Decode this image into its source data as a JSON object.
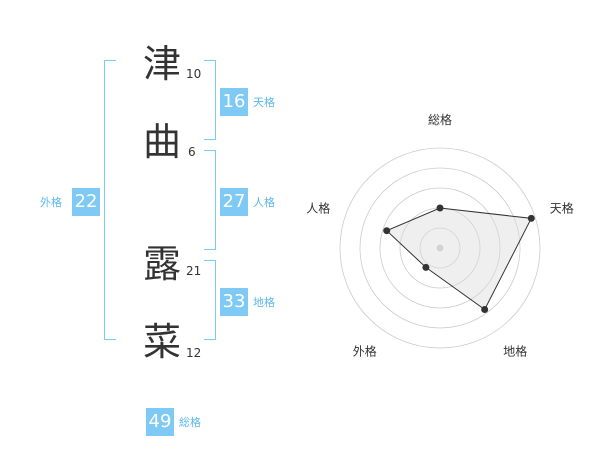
{
  "name": {
    "characters": [
      {
        "char": "津",
        "strokes": "10"
      },
      {
        "char": "曲",
        "strokes": "6"
      },
      {
        "char": "露",
        "strokes": "21"
      },
      {
        "char": "菜",
        "strokes": "12"
      }
    ]
  },
  "kakusu": {
    "ten": {
      "value": "16",
      "label": "天格"
    },
    "jin": {
      "value": "27",
      "label": "人格"
    },
    "chi": {
      "value": "33",
      "label": "地格"
    },
    "gai": {
      "value": "22",
      "label": "外格"
    },
    "sou": {
      "value": "49",
      "label": "総格"
    }
  },
  "colors": {
    "accent": "#7fc9f5",
    "text": "#333333",
    "label": "#5bb8ee"
  },
  "chart_data": {
    "type": "radar",
    "axes": [
      "総格",
      "天格",
      "地格",
      "外格",
      "人格"
    ],
    "values": [
      2.0,
      4.8,
      3.8,
      1.2,
      2.8
    ],
    "range": [
      0,
      5
    ],
    "rings": 5
  }
}
